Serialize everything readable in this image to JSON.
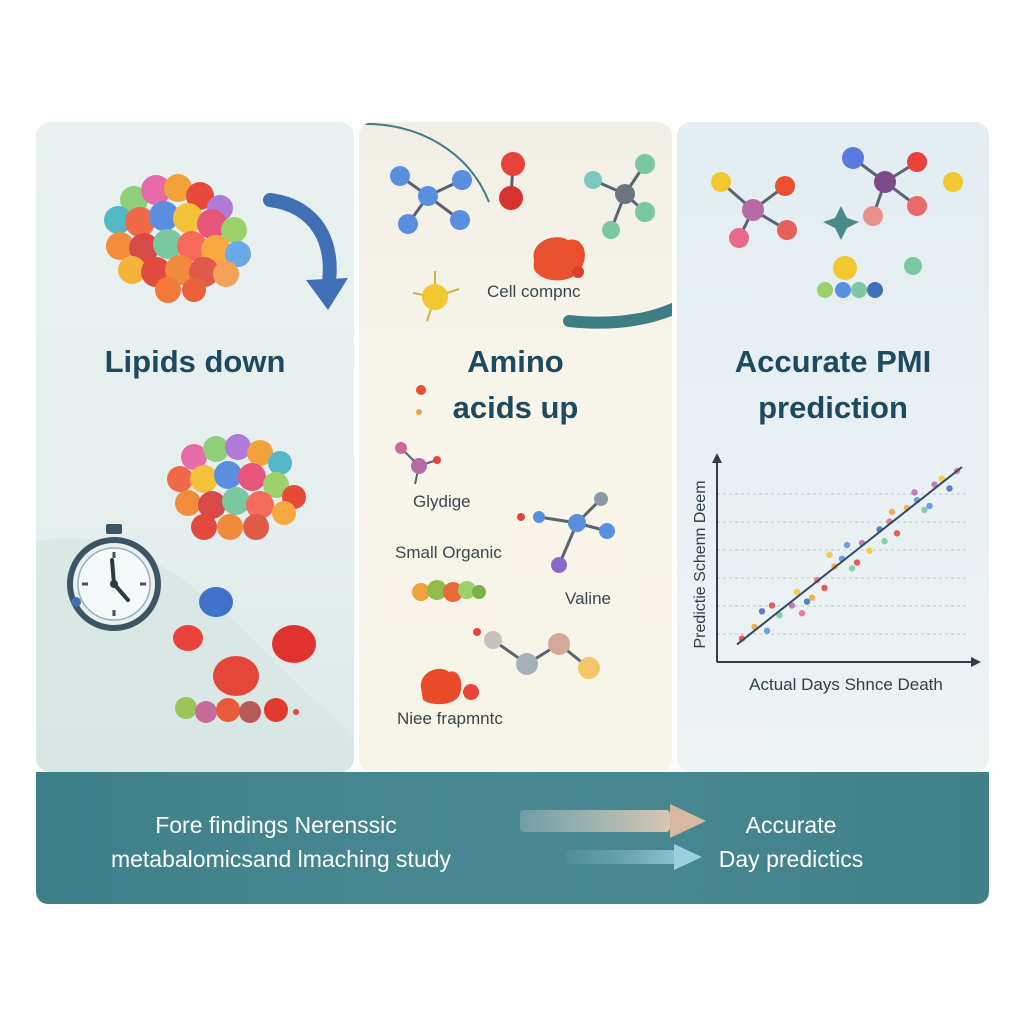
{
  "panels": {
    "lipids": {
      "heading": "Lipids down"
    },
    "amino": {
      "heading_line1": "Amino",
      "heading_line2": "acids up",
      "labels": {
        "cell_compound": "Cell compnc",
        "glycine": "Glydige",
        "small_organic": "Small Organic",
        "valine": "Valine",
        "free_fragment": "Niee frapmntc"
      }
    },
    "pmi": {
      "heading_line1": "Accurate PMI",
      "heading_line2": "prediction",
      "chart_data": {
        "type": "scatter",
        "xlabel": "Actual Days Shnce Death",
        "ylabel": "Predictie Schenn Deem",
        "grid": "horizontal",
        "series": [
          {
            "values": [
              [
                1,
                1.2
              ],
              [
                1.5,
                1.8
              ],
              [
                2,
                1.6
              ],
              [
                2.5,
                2.4
              ],
              [
                3,
                2.9
              ],
              [
                3.2,
                3.6
              ],
              [
                3.6,
                3.1
              ],
              [
                4,
                4.2
              ],
              [
                4.3,
                3.8
              ],
              [
                4.7,
                4.9
              ],
              [
                5,
                5.3
              ],
              [
                5.4,
                4.8
              ],
              [
                5.8,
                6.1
              ],
              [
                6.1,
                5.7
              ],
              [
                6.5,
                6.8
              ],
              [
                6.9,
                7.2
              ],
              [
                7.2,
                6.6
              ],
              [
                7.6,
                7.9
              ],
              [
                8,
                8.3
              ],
              [
                8.3,
                7.8
              ],
              [
                8.7,
                9.1
              ],
              [
                9,
                9.4
              ],
              [
                9.3,
                8.9
              ],
              [
                9.6,
                9.8
              ],
              [
                2.2,
                2.9
              ],
              [
                3.8,
                3.3
              ],
              [
                5.2,
                6.0
              ],
              [
                6.7,
                6.2
              ],
              [
                7.9,
                8.7
              ],
              [
                4.5,
                5.5
              ],
              [
                1.8,
                2.6
              ],
              [
                3.4,
                2.5
              ],
              [
                5.6,
                5.1
              ],
              [
                7.0,
                7.7
              ],
              [
                8.5,
                8.0
              ]
            ]
          }
        ],
        "trend_line": [
          [
            0.8,
            0.9
          ],
          [
            9.8,
            10
          ]
        ]
      }
    }
  },
  "footer": {
    "left_line1": "Fore findings Nerenssic",
    "left_line2": "metabalomicsand lmaching study",
    "right_line1": "Accurate",
    "right_line2": "Day predictics"
  },
  "colors": {
    "heading": "#1e4a5f",
    "footer_bg": "#42838d",
    "arrow_blue": "#3f6fb5",
    "arrow_teal": "#3e7d84"
  }
}
